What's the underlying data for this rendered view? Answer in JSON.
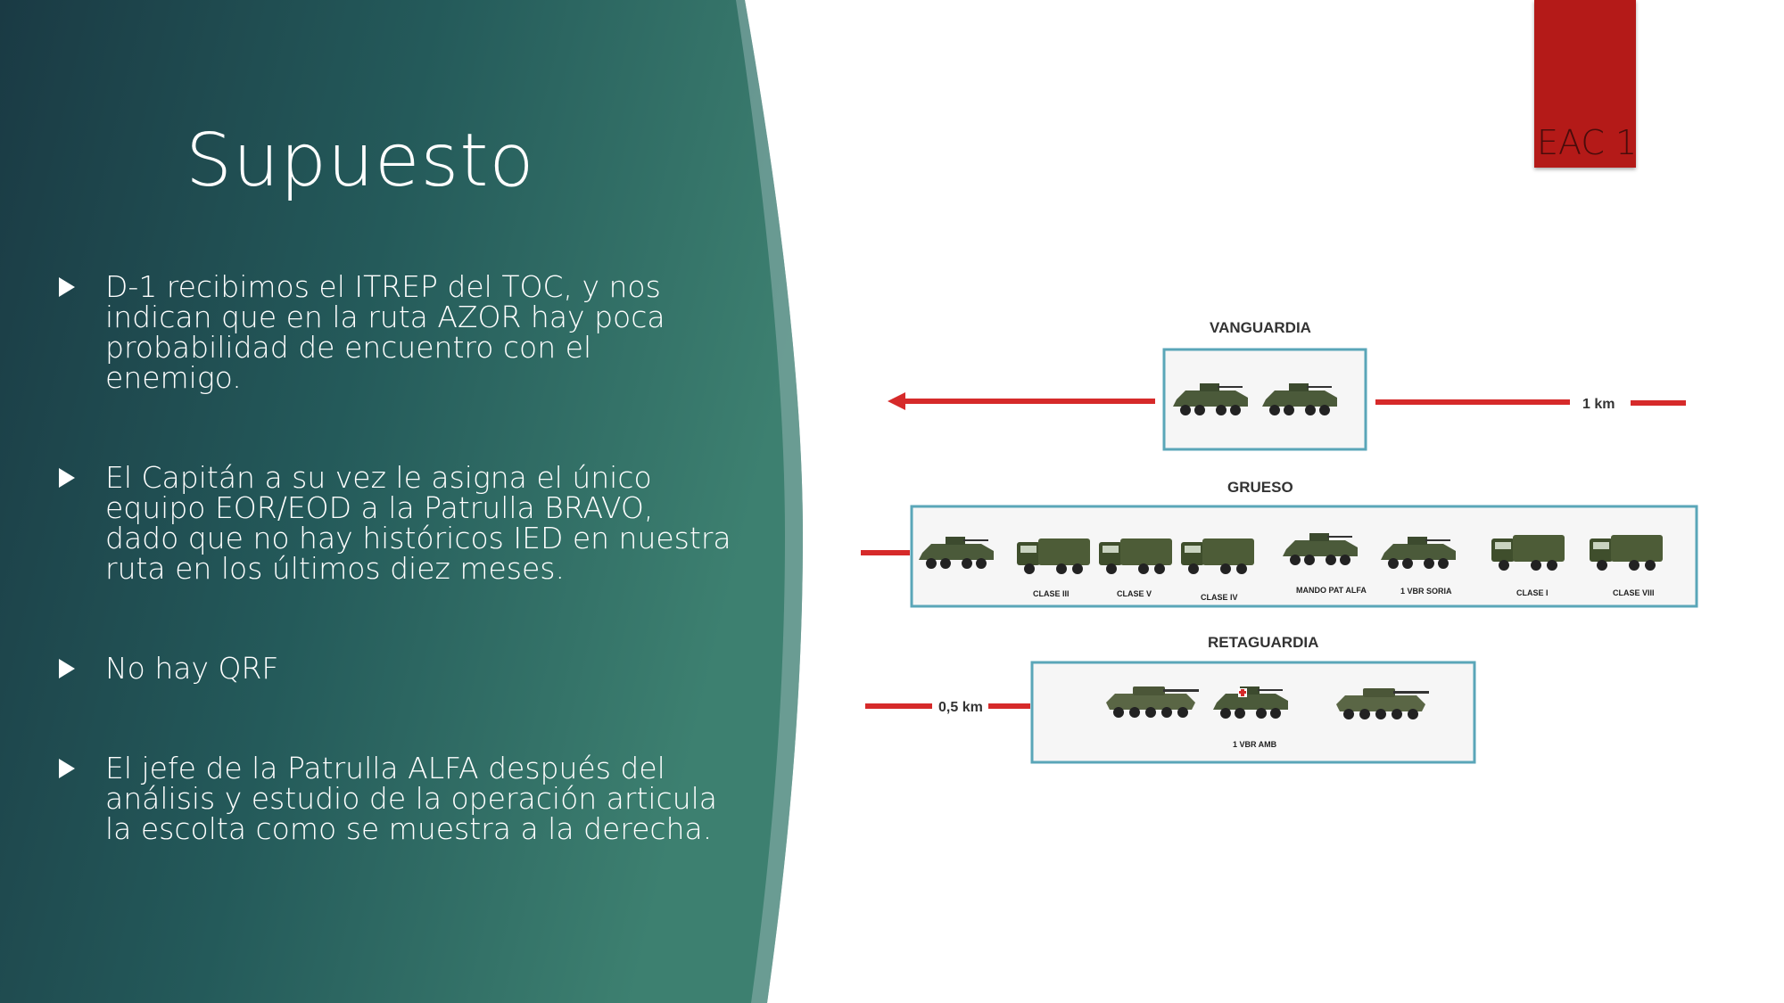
{
  "slide": {
    "title": "Supuesto",
    "bullets": [
      "D-1 recibimos el ITREP del TOC, y nos indican que en la ruta AZOR hay poca probabilidad de encuentro con el enemigo.",
      "El Capitán a su vez le asigna el único equipo EOR/EOD a la Patrulla BRAVO, dado que no hay históricos IED en nuestra ruta en los últimos diez meses.",
      "No hay QRF",
      "El jefe de la Patrulla ALFA después del análisis y estudio de la operación articula la escolta como se muestra a la derecha."
    ],
    "tag": "EAC 1"
  },
  "diagram": {
    "vanguardia": {
      "label": "VANGUARDIA",
      "distance": "1 km"
    },
    "grueso": {
      "label": "GRUESO",
      "vehicle_labels": [
        "CLASE III",
        "CLASE V",
        "CLASE IV",
        "MANDO PAT ALFA",
        "1 VBR SORIA",
        "CLASE I",
        "CLASE VIII"
      ]
    },
    "retaguardia": {
      "label": "RETAGUARDIA",
      "distance": "0,5 km",
      "vehicle_label": "1 VBR AMB"
    }
  },
  "colors": {
    "panel_dark": "#1c3d45",
    "panel_mid": "#3a7b70",
    "accent_red": "#b41a18",
    "box_border": "#5aa6b8",
    "route_red": "#d62a2a",
    "vehicle_green": "#4b5a3a"
  }
}
